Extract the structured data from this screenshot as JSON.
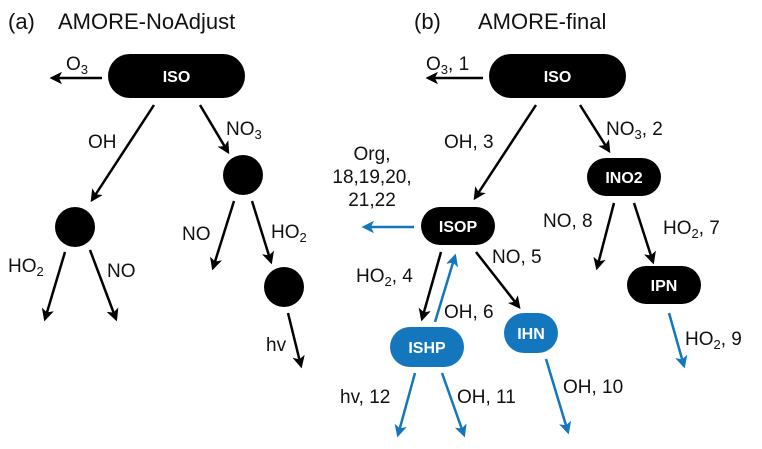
{
  "colors": {
    "black_node": "#000000",
    "blue_node": "#1477bd",
    "black_arrow": "#000000",
    "blue_arrow": "#1477bd"
  },
  "panel_a": {
    "tag": "(a)",
    "title": "AMORE-NoAdjust",
    "nodes": [
      {
        "id": "ISO",
        "label": "ISO",
        "shape": "pill",
        "color": "black"
      },
      {
        "id": "C1",
        "label": "",
        "shape": "circle",
        "color": "black"
      },
      {
        "id": "C2",
        "label": "",
        "shape": "circle",
        "color": "black"
      },
      {
        "id": "C3",
        "label": "",
        "shape": "circle",
        "color": "black"
      }
    ],
    "edges": [
      {
        "from": "ISO",
        "to": "sink",
        "label": "O3",
        "color": "black"
      },
      {
        "from": "ISO",
        "to": "C1",
        "label": "OH",
        "color": "black"
      },
      {
        "from": "ISO",
        "to": "C2",
        "label": "NO3",
        "color": "black"
      },
      {
        "from": "C1",
        "to": "sink",
        "label": "HO2",
        "color": "black"
      },
      {
        "from": "C1",
        "to": "sink",
        "label": "NO",
        "color": "black"
      },
      {
        "from": "C2",
        "to": "sink",
        "label": "NO",
        "color": "black"
      },
      {
        "from": "C2",
        "to": "C3",
        "label": "HO2",
        "color": "black"
      },
      {
        "from": "C3",
        "to": "sink",
        "label": "hv",
        "color": "black"
      }
    ],
    "labels": {
      "o3": {
        "main": "O",
        "sub": "3"
      },
      "oh": "OH",
      "no3": {
        "main": "NO",
        "sub": "3"
      },
      "ho2_c1": {
        "main": "HO",
        "sub": "2"
      },
      "no_c1": "NO",
      "no_c2": "NO",
      "ho2_c2": {
        "main": "HO",
        "sub": "2"
      },
      "hv": "hv"
    }
  },
  "panel_b": {
    "tag": "(b)",
    "title": "AMORE-final",
    "nodes": [
      {
        "id": "ISO",
        "label": "ISO",
        "shape": "pill",
        "color": "black"
      },
      {
        "id": "ISOP",
        "label": "ISOP",
        "shape": "pill",
        "color": "black"
      },
      {
        "id": "INO2",
        "label": "INO2",
        "shape": "pill",
        "color": "black"
      },
      {
        "id": "IPN",
        "label": "IPN",
        "shape": "pill",
        "color": "black"
      },
      {
        "id": "ISHP",
        "label": "ISHP",
        "shape": "pill",
        "color": "blue"
      },
      {
        "id": "IHN",
        "label": "IHN",
        "shape": "pill",
        "color": "blue"
      }
    ],
    "edges": [
      {
        "from": "ISO",
        "to": "sink",
        "label": "O3, 1",
        "color": "black"
      },
      {
        "from": "ISO",
        "to": "ISOP",
        "label": "OH, 3",
        "color": "black"
      },
      {
        "from": "ISO",
        "to": "INO2",
        "label": "NO3, 2",
        "color": "black"
      },
      {
        "from": "ISOP",
        "to": "sink",
        "label": "Org, 18,19,20, 21,22",
        "color": "blue"
      },
      {
        "from": "ISOP",
        "to": "ISHP",
        "label": "HO2, 4",
        "color": "black"
      },
      {
        "from": "ISHP",
        "to": "ISOP",
        "label": "OH, 6",
        "color": "blue"
      },
      {
        "from": "ISOP",
        "to": "IHN",
        "label": "NO, 5",
        "color": "black"
      },
      {
        "from": "INO2",
        "to": "sink",
        "label": "NO, 8",
        "color": "black"
      },
      {
        "from": "INO2",
        "to": "IPN",
        "label": "HO2, 7",
        "color": "black"
      },
      {
        "from": "IPN",
        "to": "sink",
        "label": "HO2, 9",
        "color": "blue"
      },
      {
        "from": "ISHP",
        "to": "sink",
        "label": "hv, 12",
        "color": "blue"
      },
      {
        "from": "ISHP",
        "to": "sink",
        "label": "OH, 11",
        "color": "blue"
      },
      {
        "from": "IHN",
        "to": "sink",
        "label": "OH, 10",
        "color": "blue"
      }
    ],
    "labels": {
      "o3_1": {
        "main": "O",
        "sub": "3",
        "rest": ", 1"
      },
      "oh_3": "OH, 3",
      "no3_2": {
        "main": "NO",
        "sub": "3",
        "rest": ", 2"
      },
      "org_line1": "Org,",
      "org_line2": "18,19,20,",
      "org_line3": "21,22",
      "ho2_4": {
        "main": "HO",
        "sub": "2",
        "rest": ", 4"
      },
      "no_5": "NO, 5",
      "oh_6": "OH, 6",
      "no_8": "NO, 8",
      "ho2_7": {
        "main": "HO",
        "sub": "2",
        "rest": ", 7"
      },
      "ho2_9": {
        "main": "HO",
        "sub": "2",
        "rest": ", 9"
      },
      "hv_12": "hv, 12",
      "oh_11": "OH, 11",
      "oh_10": "OH, 10"
    }
  }
}
